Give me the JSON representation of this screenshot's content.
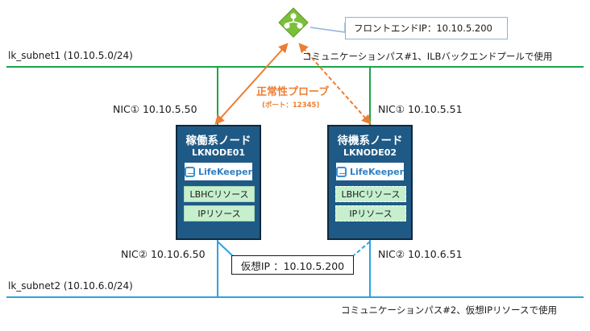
{
  "callout": {
    "frontend_ip": "フロントエンドIP：10.10.5.200"
  },
  "subnets": {
    "subnet1_label": "lk_subnet1 (10.10.5.0/24)",
    "subnet2_label": "lk_subnet2 (10.10.6.0/24)"
  },
  "paths": {
    "path1": "コミュニケーションパス#1、ILBバックエンドプールで使用",
    "path2": "コミュニケーションパス#2、仮想IPリソースで使用"
  },
  "probe": {
    "title": "正常性プローブ",
    "port": "(ポート：12345)"
  },
  "nics": {
    "node1_nic1": "NIC① 10.10.5.50",
    "node2_nic1": "NIC① 10.10.5.51",
    "node1_nic2": "NIC② 10.10.6.50",
    "node2_nic2": "NIC② 10.10.6.51"
  },
  "nodes": [
    {
      "role": "稼働系ノード",
      "name": "LKNODE01",
      "logo": "LifeKeeper",
      "lbhc": "LBHCリソース",
      "ip": "IPリソース",
      "state": "active"
    },
    {
      "role": "待機系ノード",
      "name": "LKNODE02",
      "logo": "LifeKeeper",
      "lbhc": "LBHCリソース",
      "ip": "IPリソース",
      "state": "standby"
    }
  ],
  "vip": {
    "label": "仮想IP ：10.10.5.200"
  },
  "icons": {
    "load_balancer": "load-balancer-icon",
    "lifekeeper": "lifekeeper-logo-icon"
  },
  "colors": {
    "subnet1_line": "#1aa64a",
    "subnet2_line": "#2ea3dd",
    "probe": "#ed7d31",
    "node_fill": "#1f5a86",
    "resource_fill": "#c6efce",
    "load_balancer": "#7cbf3a"
  }
}
